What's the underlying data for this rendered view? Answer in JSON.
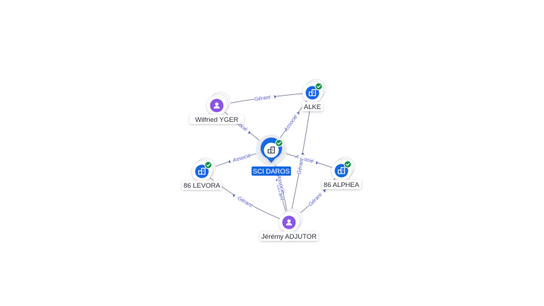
{
  "colors": {
    "company": "#1668e3",
    "person": "#8b55e6",
    "verified": "#17924a",
    "edge": "#8a8fa3",
    "edge_label": "#5b63c9"
  },
  "nodes": [
    {
      "id": "sci",
      "label": "SCI DAROS",
      "kind": "company",
      "verified": true,
      "main": true,
      "icon": "building-icon"
    },
    {
      "id": "alke",
      "label": "ALKE",
      "kind": "company",
      "verified": true,
      "icon": "building-icon"
    },
    {
      "id": "alphea",
      "label": "86 ALPHEA",
      "kind": "company",
      "verified": true,
      "icon": "building-icon"
    },
    {
      "id": "levora",
      "label": "86 LEVORA",
      "kind": "company",
      "verified": true,
      "icon": "building-icon"
    },
    {
      "id": "wilfried",
      "label": "Wilfried YGER",
      "kind": "person",
      "verified": false,
      "icon": "person-icon"
    },
    {
      "id": "jeremy",
      "label": "Jérémy ADJUTOR",
      "kind": "person",
      "verified": false,
      "icon": "person-icon"
    }
  ],
  "edges": [
    {
      "id": "e1",
      "from": "wilfried",
      "to": "alke",
      "label": "Gérant"
    },
    {
      "id": "e2",
      "from": "wilfried",
      "to": "sci",
      "label": "Associé"
    },
    {
      "id": "e3",
      "from": "sci",
      "to": "alke",
      "label": "Associé"
    },
    {
      "id": "e4",
      "from": "sci",
      "to": "levora",
      "label": "Associé"
    },
    {
      "id": "e5",
      "from": "sci",
      "to": "alphea",
      "label": "Associé"
    },
    {
      "id": "e6",
      "from": "jeremy",
      "to": "sci",
      "label": "Gérant"
    },
    {
      "id": "e7",
      "from": "jeremy",
      "to": "sci",
      "label": "Associé"
    },
    {
      "id": "e8",
      "from": "jeremy",
      "to": "alke",
      "label": "Gérant"
    },
    {
      "id": "e9",
      "from": "jeremy",
      "to": "levora",
      "label": "Gérant"
    },
    {
      "id": "e10",
      "from": "jeremy",
      "to": "alphea",
      "label": "Gérant"
    }
  ]
}
